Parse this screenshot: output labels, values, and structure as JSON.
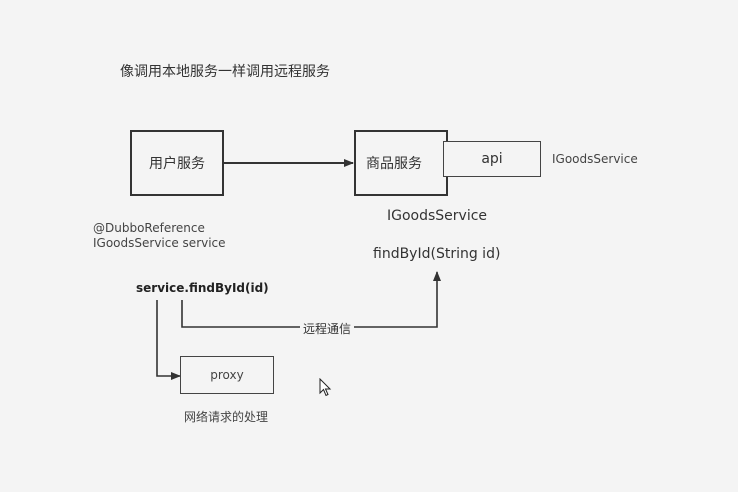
{
  "title": "像调用本地服务一样调用远程服务",
  "user_service": {
    "label": "用户服务"
  },
  "goods_service": {
    "label": "商品服务",
    "api_label": "api",
    "api_interface": "IGoodsService",
    "interface_name": "IGoodsService",
    "method": "findById(String id)"
  },
  "consumer": {
    "annotation": "@DubboReference",
    "field": "IGoodsService service",
    "call": "service.findById(id)"
  },
  "remote_call_label": "远程通信",
  "proxy": {
    "label": "proxy",
    "caption": "网络请求的处理"
  },
  "icons": {
    "cursor": "mouse-pointer-icon"
  }
}
